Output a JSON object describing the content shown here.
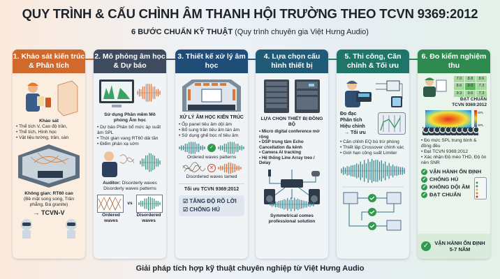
{
  "header": {
    "title": "QUY TRÌNH & CẤU CHÌNH ÂM THANH HỘI TRƯỜNG THEO TCVN 9369:2012",
    "subtitle_bold": "6 BƯỚC CHUẨN KỸ THUẬT",
    "subtitle_rest": "(Quy trình chuyên gia Việt Hưng Audio)"
  },
  "colors": {
    "step1": "#d0692b",
    "step2": "#3e4b5e",
    "step3": "#1f4d78",
    "step4": "#1f5b76",
    "step5": "#1f7668",
    "step6": "#2f8a4f"
  },
  "steps": [
    {
      "title": "1. Khảo sát kiến trúc & Phân tích",
      "survey": "Khảo sát",
      "bullets": [
        "Thể tích V, Cao độ trần,",
        "Thể tích, Hình học",
        "Vật liệu tường, trần, sàn"
      ],
      "space": "Không gian: RT60 cao",
      "space_note": "(Bề mặt song song, Trần phẳng, Đá granite)",
      "arrow_label": "→ TCVN-V"
    },
    {
      "title": "2. Mô phỏng âm học & Dự báo",
      "sub": "Sử dụng Phần mềm Mô phỏng Âm học",
      "bullets": [
        "Dự báo Phân bổ mức áp suất âm SPL",
        "Thời gian vang RT60 dải tần",
        "Điểm phản xạ sớm"
      ],
      "auditor_label": "Auditor:",
      "auditor_text": "Disorderly waves Disorderly waves patterns",
      "vs": "vs",
      "ordered": "Ordered waves",
      "disordered": "Disordered waves"
    },
    {
      "title": "3. Thiết kế xử lý âm học",
      "sub": "XỬ LÝ ÂM HỌC KIẾN TRÚC",
      "bullets": [
        "Ốp panel tiêu âm dội âm",
        "Bổ sung trần tiêu âm tán âm",
        "Sử dụng ghế bọc nỉ tiêu âm"
      ],
      "ordered": "Ordered waves patterns",
      "disordered": "Disordered waves tamed",
      "optimize": "Tối ưu TCVN 9369:2012",
      "checks": [
        "TĂNG ĐỘ RÕ LỜI",
        "CHỐNG HÚ"
      ]
    },
    {
      "title": "4. Lựa chọn cấu hình thiết bị",
      "sub": "LỰA CHỌN THIẾT BỊ ĐỒNG BỘ",
      "bullets": [
        "Micro digital conference mở rộng",
        "DSP trung tâm Echo Cancellation đa kênh",
        "Camera AI tracking",
        "Hệ thống Line Array treo / Delay"
      ],
      "caption": "Symmetrical comes professional solution"
    },
    {
      "title": "5. Thi công, Căn chỉnh & Tối ưu",
      "steps_text": [
        "Đo đạc",
        "Phân tích",
        "Hiệu chỉnh",
        "→ Tối ưu"
      ],
      "bullets": [
        "Căn chỉnh EQ bù trừ phòng",
        "Thiết lập Crossover chính xác",
        "Giới hạn công suất Limiter"
      ]
    },
    {
      "title": "6. Đo kiểm nghiệm thu",
      "grid": [
        "7.0",
        "8.8",
        "8.6",
        "8.6",
        "9.0",
        "7.3",
        "9.3",
        "9.6",
        "7.3"
      ],
      "pass": "ĐẠT CHUẨN TCVN 9369:2012",
      "spl": [
        "SPL",
        "SPL"
      ],
      "bullets": [
        "Đo mức SPL trung bình & đồng đều",
        "Đạt TCVN 9369:2012",
        "Xác nhận Độ méo THD, Độ ồn nền SNR"
      ],
      "checks": [
        "VẬN HÀNH ỔN ĐỊNH",
        "CHỐNG HÚ",
        "KHÔNG DỘI ÂM",
        "ĐẠT CHUẨN"
      ],
      "final": "VẬN HÀNH ỔN ĐỊNH 5-7 NĂM"
    }
  ],
  "footer": "Giải pháp tích hợp kỹ thuật chuyên nghiệp từ Việt Hưng Audio"
}
